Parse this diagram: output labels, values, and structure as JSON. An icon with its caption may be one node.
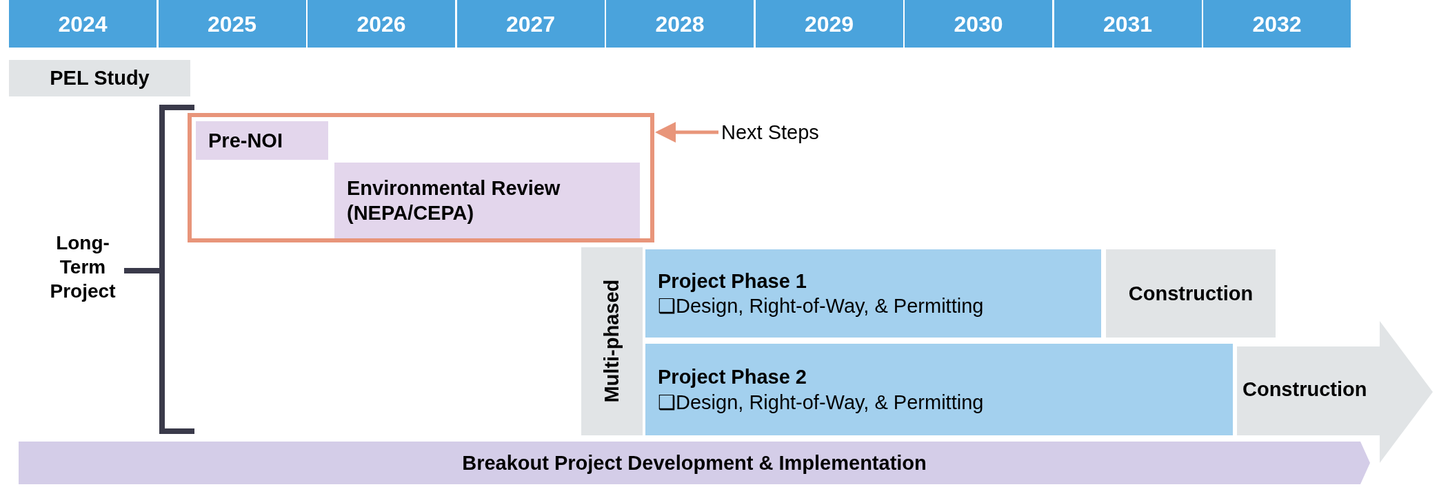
{
  "diagram": {
    "nodes": [
      {
        "text": [
          "2024"
        ]
      },
      {
        "text": [
          "2025"
        ]
      },
      {
        "text": [
          "2026"
        ]
      },
      {
        "text": [
          "2027"
        ]
      },
      {
        "text": [
          "2028"
        ]
      },
      {
        "text": [
          "2029"
        ]
      },
      {
        "text": [
          "2030"
        ]
      },
      {
        "text": [
          "2031"
        ]
      },
      {
        "text": [
          "2032"
        ]
      },
      {
        "text": [
          "PEL Study"
        ]
      },
      {
        "text": [
          "Long-Term Project"
        ]
      },
      {
        "text": [],
        "shape": "box"
      },
      {
        "text": [
          "Pre-NOI"
        ],
        "in": 11
      },
      {
        "text": [
          "Environmental Review (NEPA/CEPA)"
        ],
        "in": 11
      },
      {
        "text": [
          "Next Steps"
        ]
      },
      {
        "text": [
          "Multi-phased"
        ]
      },
      {
        "text": [
          "Project Phase 1",
          "❑Design, Right-of-Way, & Permitting"
        ]
      },
      {
        "text": [
          "Construction"
        ]
      },
      {
        "text": [
          "Project Phase 2",
          "❑Design, Right-of-Way, & Permitting"
        ]
      },
      {
        "text": [
          "Construction"
        ]
      },
      {
        "text": [
          "Breakout Project Development & Implementation"
        ]
      }
    ],
    "edges": [
      {
        "from": 14,
        "to": 11,
        "arrow": "to"
      }
    ]
  }
}
